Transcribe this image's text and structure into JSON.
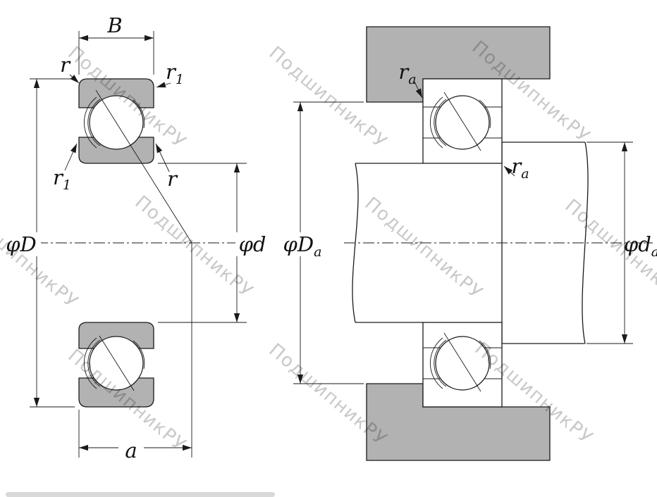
{
  "watermark": {
    "text": "ПодшипникРУ"
  },
  "labels": {
    "width_b": {
      "base": "B"
    },
    "r": {
      "base": "r"
    },
    "r1": {
      "base": "r",
      "sub": "1"
    },
    "outer_dia": {
      "base": "φD"
    },
    "bore_dia": {
      "base": "φd"
    },
    "contact_a": {
      "base": "a"
    },
    "ra": {
      "base": "r",
      "sub": "a"
    },
    "housing_shoulder_dia": {
      "base": "φD",
      "sub": "a"
    },
    "shaft_shoulder_dia": {
      "base": "φd",
      "sub": "a"
    }
  },
  "colors": {
    "line": "#1a1a1a",
    "section_fill": "#b2b2b2",
    "watermark": "#c9c9c9",
    "background": "#ffffff",
    "scrollbar": "#d9d9d9"
  }
}
